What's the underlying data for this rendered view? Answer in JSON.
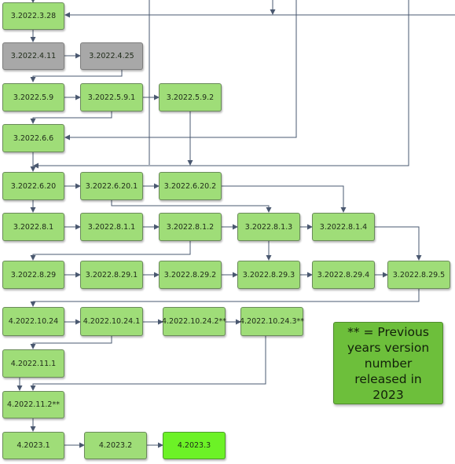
{
  "nodes": [
    {
      "id": "n1",
      "label": "3.2022.3.28",
      "status": "normal"
    },
    {
      "id": "n2",
      "label": "3.2022.4.11",
      "status": "abandoned"
    },
    {
      "id": "n3",
      "label": "3.2022.4.25",
      "status": "abandoned"
    },
    {
      "id": "n4",
      "label": "3.2022.5.9",
      "status": "normal"
    },
    {
      "id": "n5",
      "label": "3.2022.5.9.1",
      "status": "normal"
    },
    {
      "id": "n6",
      "label": "3.2022.5.9.2",
      "status": "normal"
    },
    {
      "id": "n7",
      "label": "3.2022.6.6",
      "status": "normal"
    },
    {
      "id": "n8",
      "label": "3.2022.6.20",
      "status": "normal"
    },
    {
      "id": "n9",
      "label": "3.2022.6.20.1",
      "status": "normal"
    },
    {
      "id": "n10",
      "label": "3.2022.6.20.2",
      "status": "normal"
    },
    {
      "id": "n11",
      "label": "3.2022.8.1",
      "status": "normal"
    },
    {
      "id": "n12",
      "label": "3.2022.8.1.1",
      "status": "normal"
    },
    {
      "id": "n13",
      "label": "3.2022.8.1.2",
      "status": "normal"
    },
    {
      "id": "n14",
      "label": "3.2022.8.1.3",
      "status": "normal"
    },
    {
      "id": "n15",
      "label": "3.2022.8.1.4",
      "status": "normal"
    },
    {
      "id": "n16",
      "label": "3.2022.8.29",
      "status": "normal"
    },
    {
      "id": "n17",
      "label": "3.2022.8.29.1",
      "status": "normal"
    },
    {
      "id": "n18",
      "label": "3.2022.8.29.2",
      "status": "normal"
    },
    {
      "id": "n19",
      "label": "3.2022.8.29.3",
      "status": "normal"
    },
    {
      "id": "n20",
      "label": "3.2022.8.29.4",
      "status": "normal"
    },
    {
      "id": "n21",
      "label": "3.2022.8.29.5",
      "status": "normal"
    },
    {
      "id": "n22",
      "label": "4.2022.10.24",
      "status": "normal"
    },
    {
      "id": "n23",
      "label": "4.2022.10.24.1",
      "status": "normal"
    },
    {
      "id": "n24",
      "label": "4.2022.10.24.2**",
      "status": "normal"
    },
    {
      "id": "n25",
      "label": "4.2022.10.24.3**",
      "status": "normal"
    },
    {
      "id": "n26",
      "label": "4.2022.11.1",
      "status": "normal"
    },
    {
      "id": "n27",
      "label": "4.2022.11.2**",
      "status": "normal"
    },
    {
      "id": "n28",
      "label": "4.2023.1",
      "status": "normal"
    },
    {
      "id": "n29",
      "label": "4.2023.2",
      "status": "normal"
    },
    {
      "id": "n30",
      "label": "4.2023.3",
      "status": "latest"
    }
  ],
  "legend": {
    "text": "** = Previous years version number released in 2023"
  },
  "colors": {
    "normal": "#9fdd78",
    "abandoned": "#a8a8a8",
    "latest": "#6cf226",
    "legend": "#6dbf3b",
    "line": "#4a5870"
  }
}
